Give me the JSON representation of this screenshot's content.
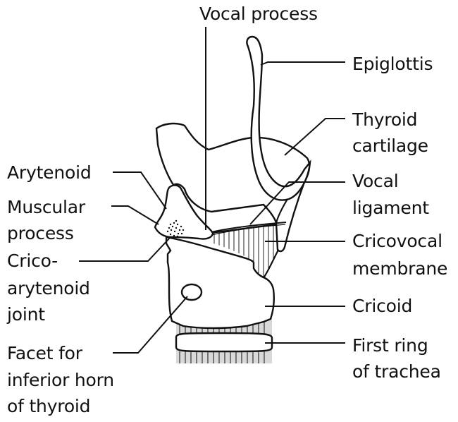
{
  "labels": {
    "vocal_process": "Vocal process",
    "epiglottis": "Epiglottis",
    "thyroid_cartilage": [
      "Thyroid",
      "cartilage"
    ],
    "arytenoid": "Arytenoid",
    "vocal_ligament": [
      "Vocal",
      "ligament"
    ],
    "muscular_process": [
      "Muscular",
      "process"
    ],
    "cricovocal_membrane": [
      "Cricovocal",
      "membrane"
    ],
    "cricoarytenoid_joint": [
      "Crico-",
      "arytenoid",
      "joint"
    ],
    "cricoid": "Cricoid",
    "facet_inferior_horn": [
      "Facet for",
      "inferior horn",
      "of thyroid"
    ],
    "first_ring_trachea": [
      "First ring",
      "of trachea"
    ]
  },
  "colors": {
    "ink": "#111111",
    "shading": "#d9d9d9",
    "background": "#ffffff"
  }
}
